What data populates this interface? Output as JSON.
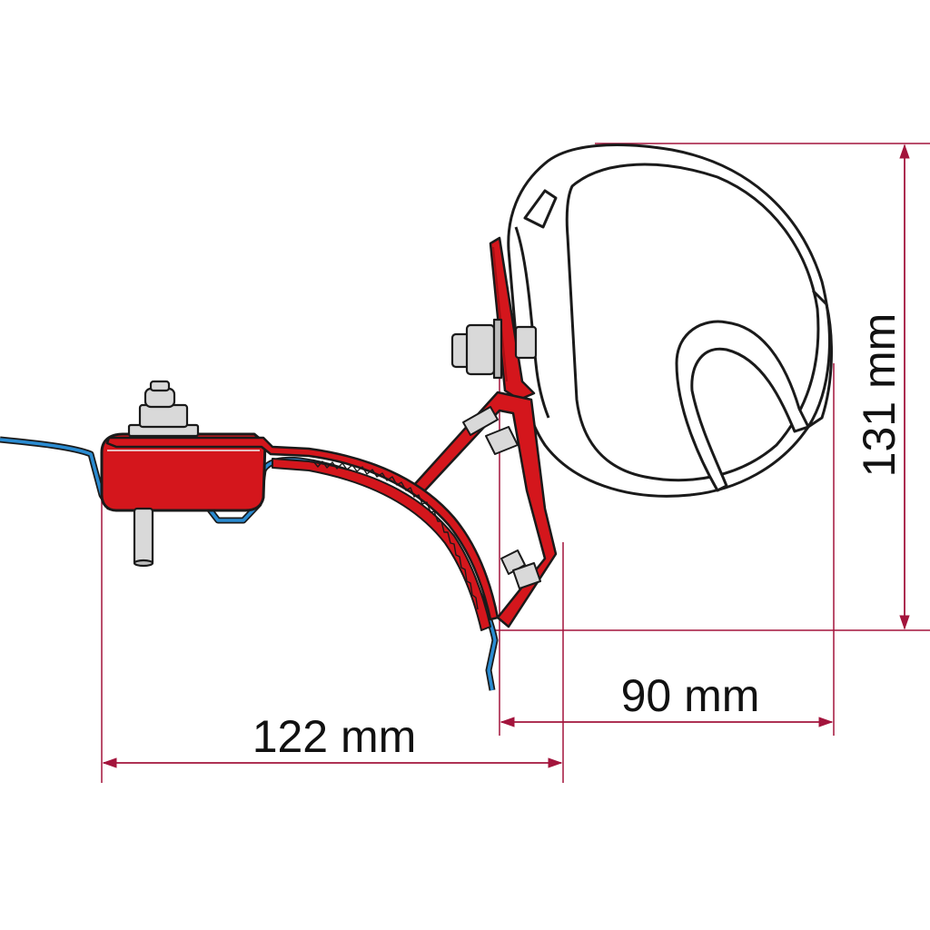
{
  "dimensions": {
    "width_label": "122 mm",
    "offset_label": "90 mm",
    "height_label": "131 mm"
  },
  "colors": {
    "bracket_red": "#d4161c",
    "bracket_dark": "#a70f14",
    "dimension_line": "#a3143c",
    "vehicle_profile": "#2a8bd1",
    "metal": "#d9d9d9",
    "outline": "#1a1a1a",
    "housing_fill": "#ffffff"
  }
}
